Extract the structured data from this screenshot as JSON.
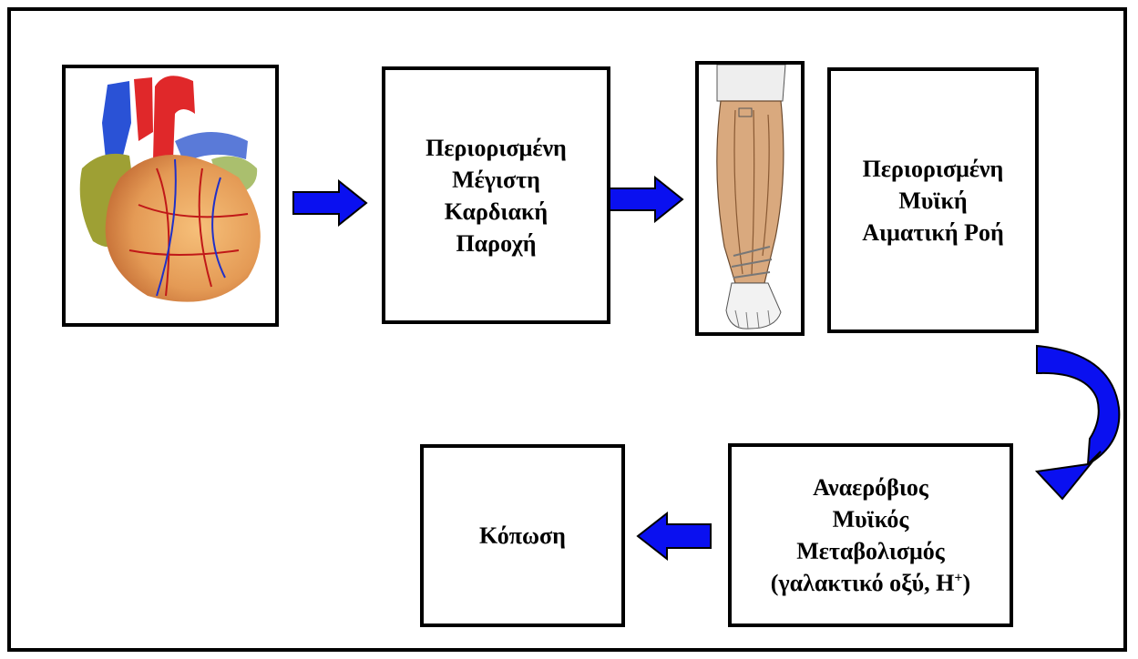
{
  "boxes": {
    "cardiac_output": {
      "lines": [
        "Περιορισμένη",
        "Μέγιστη",
        "Καρδιακή",
        "Παροχή"
      ]
    },
    "muscle_blood_flow": {
      "lines": [
        "Περιορισμένη",
        "Μυϊκή",
        "Αιματική Ροή"
      ]
    },
    "anaerobic_metabolism": {
      "lines": [
        "Αναερόβιος",
        "Μυϊκός",
        "Μεταβολισμός",
        "(γαλακτικό οξύ, Η"
      ],
      "superscript": "+",
      "closing": ")"
    },
    "fatigue": {
      "lines": [
        "Κόπωση"
      ]
    }
  },
  "colors": {
    "arrow": "#0a10f0",
    "border": "#000000"
  },
  "icons": {
    "heart": "heart-illustration",
    "leg": "leg-muscles-illustration"
  }
}
